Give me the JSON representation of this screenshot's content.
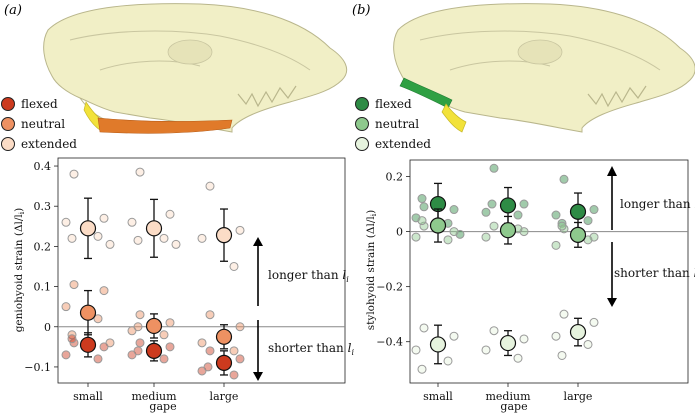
{
  "panel_a": {
    "letter": "(a)",
    "legend": [
      {
        "label": "flexed",
        "color": "#cc3a1e"
      },
      {
        "label": "neutral",
        "color": "#ee9162"
      },
      {
        "label": "extended",
        "color": "#fbdcc6"
      }
    ],
    "muscle_color": "#e07a2a",
    "longer_label": "longer than",
    "shorter_label": "shorter than",
    "li_symbol": "l",
    "li_sub": "i"
  },
  "panel_b": {
    "letter": "(b)",
    "legend": [
      {
        "label": "flexed",
        "color": "#2e8b45"
      },
      {
        "label": "neutral",
        "color": "#8ec98d"
      },
      {
        "label": "extended",
        "color": "#e6f3de"
      }
    ],
    "muscle_color": "#2fa043",
    "longer_label": "longer than",
    "shorter_label": "shorter than",
    "li_symbol": "l",
    "li_sub": "i"
  },
  "chart_data": [
    {
      "type": "scatter",
      "ylabel": "geniohyoid strain (Δl/l",
      "ylabel_sub": "i",
      "xlabel": "gape",
      "categories": [
        "small",
        "medium",
        "large"
      ],
      "ylim": [
        -0.14,
        0.42
      ],
      "yticks": [
        -0.1,
        0,
        0.1,
        0.2,
        0.3,
        0.4
      ],
      "ytick_labels": [
        "−0.1",
        "0",
        "0.1",
        "0.2",
        "0.3",
        "0.4"
      ],
      "series": [
        {
          "name": "extended",
          "color": "#fbdcc6",
          "means": [
            0.245,
            0.245,
            0.228
          ],
          "errors": [
            0.075,
            0.072,
            0.065
          ],
          "points": [
            [
              0.38,
              0.27,
              0.26,
              0.225,
              0.22,
              0.205
            ],
            [
              0.385,
              0.28,
              0.26,
              0.22,
              0.215,
              0.205
            ],
            [
              0.35,
              0.24,
              0.22,
              0.15
            ]
          ]
        },
        {
          "name": "neutral",
          "color": "#ee9162",
          "means": [
            0.035,
            0.002,
            -0.025
          ],
          "errors": [
            0.055,
            0.03,
            0.03
          ],
          "points": [
            [
              0.105,
              0.09,
              0.05,
              0.02,
              -0.02,
              -0.04
            ],
            [
              0.03,
              0.01,
              -0.01,
              -0.02,
              0.0
            ],
            [
              0.03,
              0.0,
              -0.04,
              -0.06
            ]
          ]
        },
        {
          "name": "flexed",
          "color": "#cc3a1e",
          "means": [
            -0.045,
            -0.06,
            -0.09
          ],
          "errors": [
            0.03,
            0.025,
            0.03
          ],
          "points": [
            [
              -0.04,
              -0.05,
              -0.07,
              -0.08,
              -0.03
            ],
            [
              -0.04,
              -0.05,
              -0.07,
              -0.08,
              -0.06
            ],
            [
              -0.06,
              -0.08,
              -0.11,
              -0.12,
              -0.1
            ]
          ]
        }
      ]
    },
    {
      "type": "scatter",
      "ylabel": "stylohyoid strain (Δl/l",
      "ylabel_sub": "i",
      "xlabel": "gape",
      "categories": [
        "small",
        "medium",
        "large"
      ],
      "ylim": [
        -0.55,
        0.26
      ],
      "yticks": [
        -0.4,
        -0.2,
        0,
        0.2
      ],
      "ytick_labels": [
        "−0.4",
        "−0.2",
        "0",
        "0.2"
      ],
      "series": [
        {
          "name": "flexed",
          "color": "#2e8b45",
          "means": [
            0.1,
            0.095,
            0.072
          ],
          "errors": [
            0.075,
            0.065,
            0.068
          ],
          "points": [
            [
              0.09,
              0.08,
              0.05,
              0.03,
              0.12,
              -0.01
            ],
            [
              0.23,
              0.1,
              0.07,
              0.06,
              0.1
            ],
            [
              0.19,
              0.08,
              0.06,
              0.04,
              0.03
            ]
          ]
        },
        {
          "name": "neutral",
          "color": "#8ec98d",
          "means": [
            0.022,
            0.005,
            -0.012
          ],
          "errors": [
            0.06,
            0.05,
            0.045
          ],
          "points": [
            [
              0.02,
              0.0,
              -0.02,
              -0.03,
              0.04
            ],
            [
              0.02,
              0.0,
              -0.02,
              0.01
            ],
            [
              0.01,
              -0.02,
              -0.05,
              -0.03,
              0.02
            ]
          ]
        },
        {
          "name": "extended",
          "color": "#e6f3de",
          "means": [
            -0.41,
            -0.405,
            -0.365
          ],
          "errors": [
            0.07,
            0.045,
            0.05
          ],
          "points": [
            [
              -0.35,
              -0.38,
              -0.43,
              -0.47,
              -0.5
            ],
            [
              -0.36,
              -0.39,
              -0.43,
              -0.46
            ],
            [
              -0.3,
              -0.33,
              -0.38,
              -0.41,
              -0.45
            ]
          ]
        }
      ]
    }
  ]
}
